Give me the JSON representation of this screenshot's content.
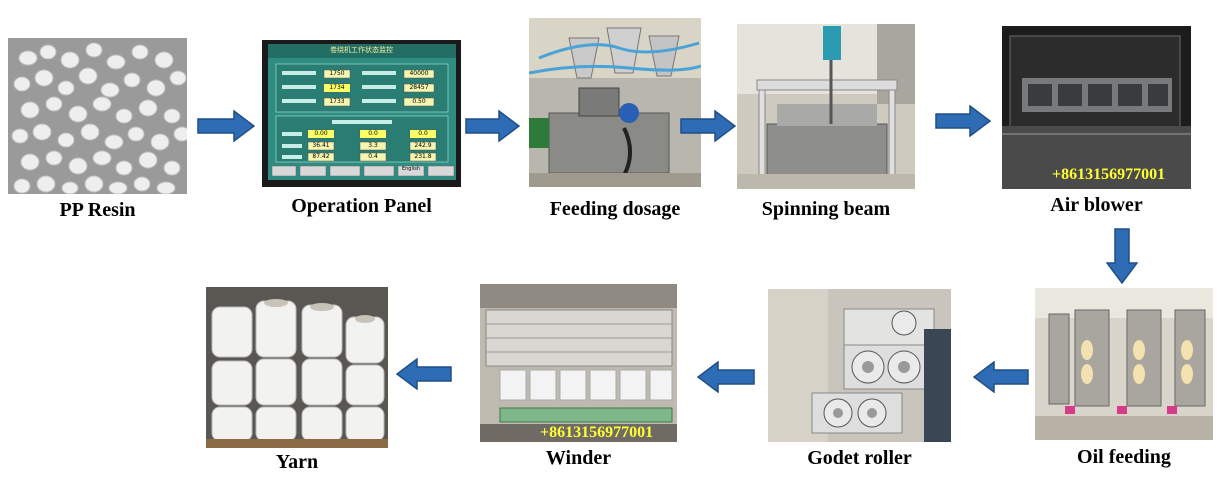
{
  "steps": [
    {
      "id": "pp-resin",
      "label": "PP Resin"
    },
    {
      "id": "operation-panel",
      "label": "Operation Panel"
    },
    {
      "id": "feeding-dosage",
      "label": "Feeding dosage"
    },
    {
      "id": "spinning-beam",
      "label": "Spinning beam"
    },
    {
      "id": "air-blower",
      "label": "Air blower"
    },
    {
      "id": "oil-feeding",
      "label": "Oil feeding"
    },
    {
      "id": "godet-roller",
      "label": "Godet roller"
    },
    {
      "id": "winder",
      "label": "Winder"
    },
    {
      "id": "yarn",
      "label": "Yarn"
    }
  ],
  "watermark_phone": "+8613156977001",
  "panel": {
    "title": "卷绕机工作状态监控",
    "values": [
      "1750",
      "40000",
      "1734",
      "28457",
      "1733",
      "0.50",
      "0.00",
      "0.0",
      "0.0",
      "36.41",
      "3.3",
      "242.9",
      "87.42",
      "0.4",
      "231.8"
    ],
    "buttons": [
      "English"
    ]
  },
  "colors": {
    "arrow_fill": "#2e6db5",
    "arrow_stroke": "#1f4f86",
    "phone": "#ffff33"
  }
}
